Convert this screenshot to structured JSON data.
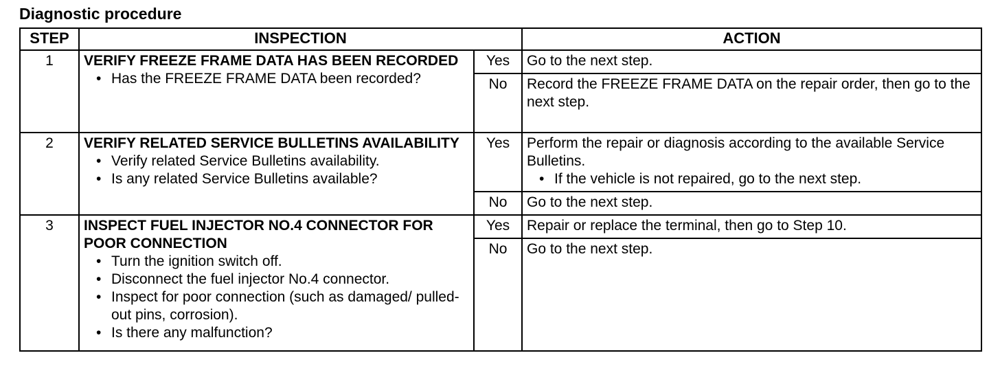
{
  "title": "Diagnostic procedure",
  "headers": {
    "step": "STEP",
    "inspection": "INSPECTION",
    "action": "ACTION"
  },
  "steps": [
    {
      "number": "1",
      "title": "VERIFY FREEZE FRAME DATA HAS BEEN RECORDED",
      "bullets": [
        "Has the FREEZE FRAME DATA been recorded?"
      ],
      "yes_label": "Yes",
      "yes_action": "Go to the next step.",
      "no_label": "No",
      "no_action": "Record the FREEZE FRAME DATA on the repair order, then go to the next step."
    },
    {
      "number": "2",
      "title": "VERIFY RELATED SERVICE BULLETINS AVAILABILITY",
      "bullets": [
        "Verify related Service Bulletins availability.",
        "Is any related Service Bulletins available?"
      ],
      "yes_label": "Yes",
      "yes_action": "Perform the repair or diagnosis according to the available Service Bulletins.",
      "yes_action_bullet": "If the vehicle is not repaired, go to the next step.",
      "no_label": "No",
      "no_action": "Go to the next step."
    },
    {
      "number": "3",
      "title": "INSPECT FUEL INJECTOR NO.4 CONNECTOR FOR POOR CONNECTION",
      "bullets": [
        "Turn the ignition switch off.",
        "Disconnect the fuel injector No.4 connector.",
        "Inspect for poor connection (such as damaged/ pulled-out pins, corrosion).",
        "Is there any malfunction?"
      ],
      "yes_label": "Yes",
      "yes_action": "Repair or replace the terminal, then go to Step 10.",
      "no_label": "No",
      "no_action": "Go to the next step."
    }
  ]
}
